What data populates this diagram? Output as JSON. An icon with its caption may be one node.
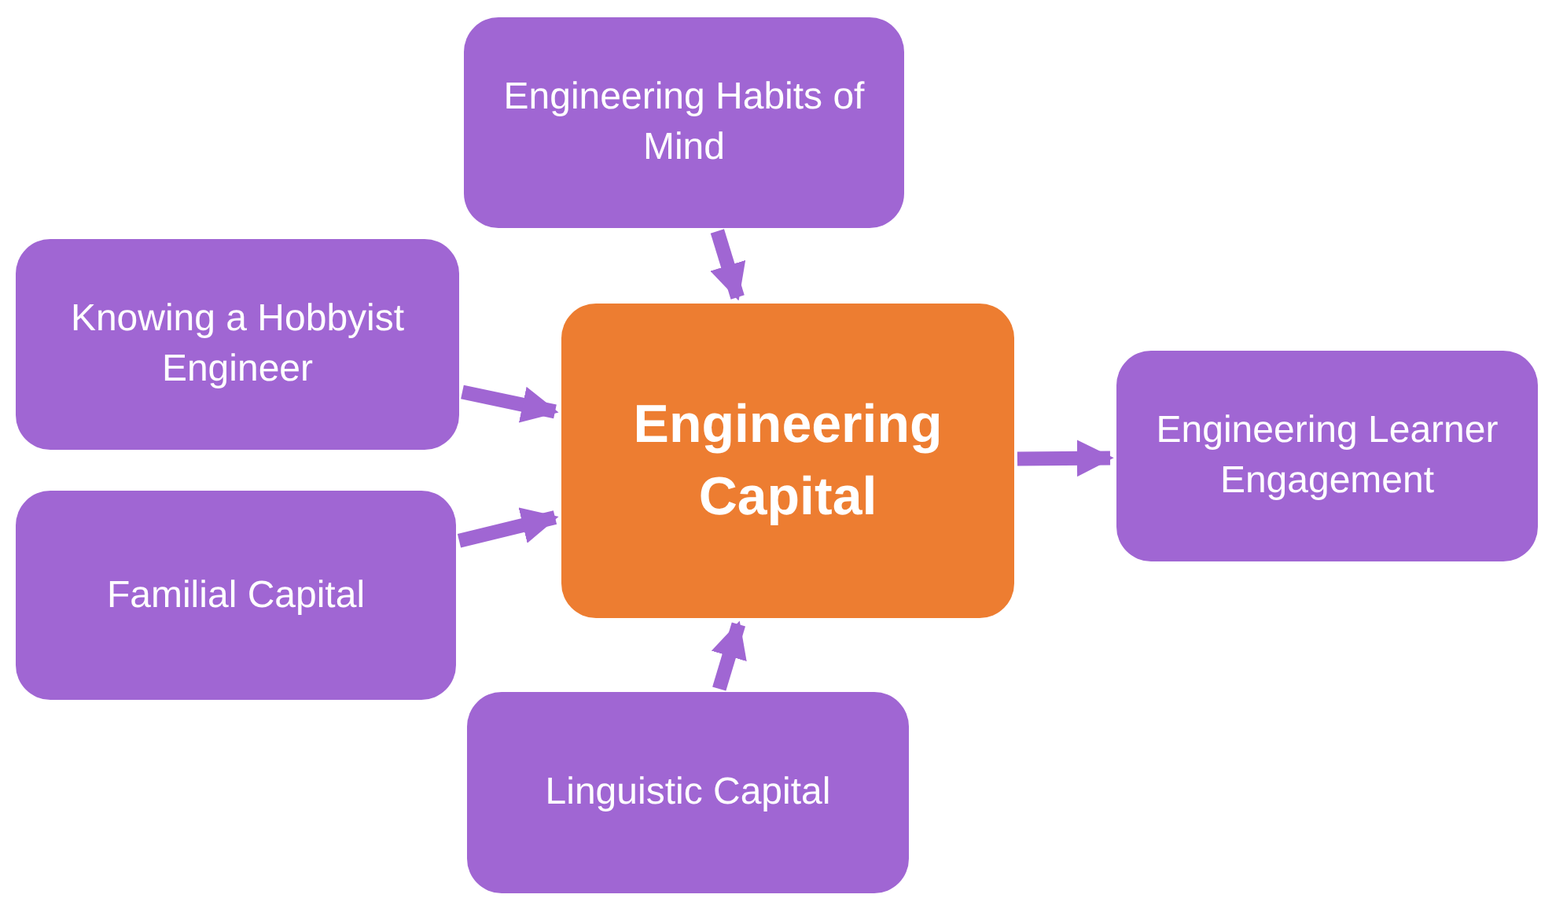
{
  "diagram": {
    "nodes": [
      {
        "text": [
          "Engineering Capital"
        ]
      },
      {
        "text": [
          "Engineering Habits of Mind"
        ]
      },
      {
        "text": [
          "Knowing a Hobbyist Engineer"
        ]
      },
      {
        "text": [
          "Familial Capital"
        ]
      },
      {
        "text": [
          "Linguistic Capital"
        ]
      },
      {
        "text": [
          "Engineering Learner Engagement"
        ]
      }
    ],
    "edges": [
      {
        "from": 1,
        "to": 0,
        "arrow": "to"
      },
      {
        "from": 2,
        "to": 0,
        "arrow": "to"
      },
      {
        "from": 3,
        "to": 0,
        "arrow": "to"
      },
      {
        "from": 4,
        "to": 0,
        "arrow": "to"
      },
      {
        "from": 0,
        "to": 5,
        "arrow": "to"
      }
    ]
  }
}
